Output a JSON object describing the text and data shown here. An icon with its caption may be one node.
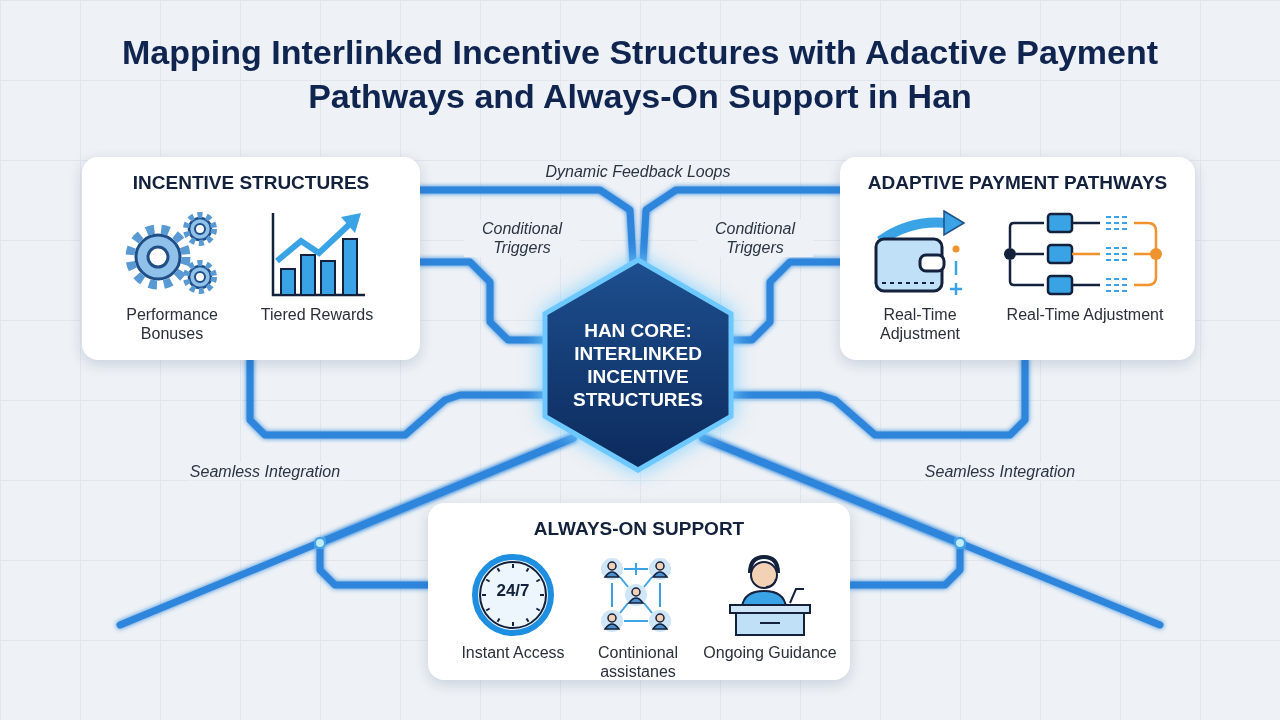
{
  "diagram": {
    "title": "Mapping Interlinked Incentive Structures with Adactive Payment Pathways and Always-On Support in Han",
    "nodes": [
      {
        "text": [
          "INCENTIVE STRUCTURES"
        ]
      },
      {
        "text": [
          "Performance Bonuses"
        ],
        "in": 0
      },
      {
        "text": [
          "Tiered Rewards"
        ],
        "in": 0
      },
      {
        "text": [
          "ADAPTIVE PAYMENT PATHWAYS"
        ]
      },
      {
        "text": [
          "Real-Time Adjustment"
        ],
        "in": 3
      },
      {
        "text": [
          "Real-Time Adjustment"
        ],
        "in": 3
      },
      {
        "text": [
          "HAN CORE: INTERLINKED INCENTIVE STRUCTURES"
        ]
      },
      {
        "text": [
          "ALWAYS-ON SUPPORT"
        ]
      },
      {
        "text": [
          "Instant Access"
        ],
        "in": 7
      },
      {
        "text": [
          "Continional assistanes"
        ],
        "in": 7
      },
      {
        "text": [
          "Ongoing Guidance"
        ],
        "in": 7
      }
    ],
    "edges": [
      {
        "from": 0,
        "to": 6,
        "arrow": "none",
        "label": "Dynamic Feedback Loops"
      },
      {
        "from": 3,
        "to": 6,
        "arrow": "none"
      },
      {
        "from": 0,
        "to": 6,
        "arrow": "none",
        "label": "Conditional Triggers"
      },
      {
        "from": 3,
        "to": 6,
        "arrow": "none",
        "label": "Conditional Triggers"
      },
      {
        "from": 0,
        "to": 6,
        "arrow": "none"
      },
      {
        "from": 3,
        "to": 6,
        "arrow": "none"
      },
      {
        "from": 6,
        "to": 7,
        "arrow": "none"
      },
      {
        "from": 6,
        "to": null,
        "arrow": "none",
        "label": "Seamless Integration"
      },
      {
        "from": 6,
        "to": null,
        "arrow": "none",
        "label": "Seamless Integration"
      },
      {
        "from": 7,
        "to": 6,
        "arrow": "none"
      },
      {
        "from": 7,
        "to": 6,
        "arrow": "none"
      }
    ],
    "labels": [
      "24/7"
    ]
  }
}
